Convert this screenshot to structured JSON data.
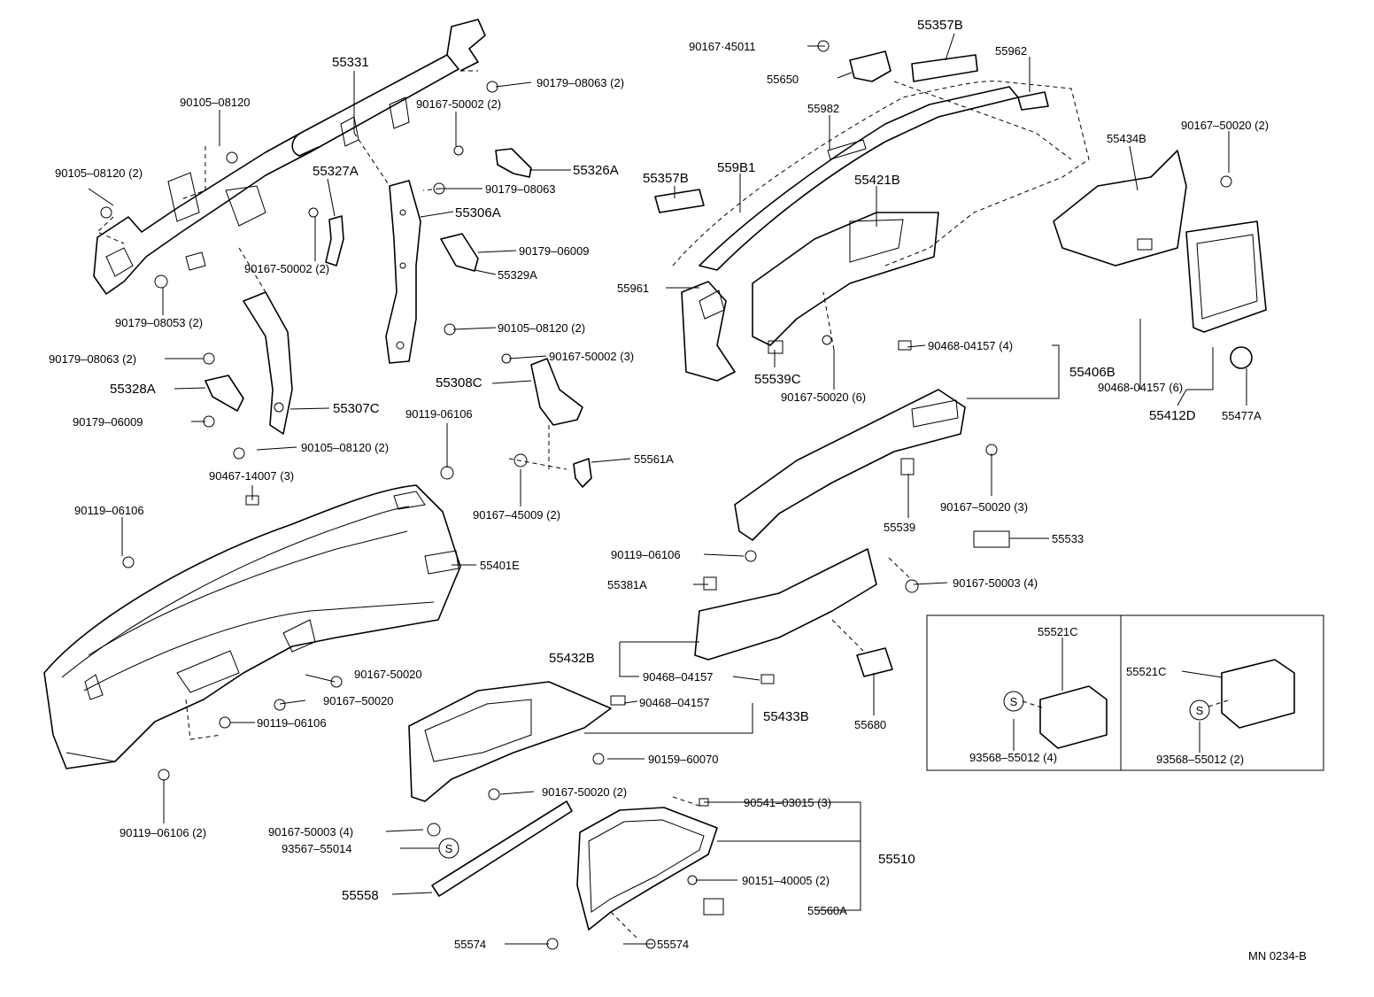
{
  "diagram_code": "MN  0234-B",
  "labels": {
    "p55331": "55331",
    "p90179_08063_2a": "90179–08063 (2)",
    "p90105_08120": "90105–08120",
    "p90167_50002_2a": "90167-50002 (2)",
    "p55326A": "55326A",
    "p90105_08120_2a": "90105–08120 (2)",
    "p55327A": "55327A",
    "p90179_08063": "90179–08063",
    "p55306A": "55306A",
    "p90179_06009a": "90179–06009",
    "p90167_50002_2b": "90167-50002 (2)",
    "p55329A": "55329A",
    "p90179_08053_2": "90179–08053 (2)",
    "p90105_08120_2b": "90105–08120 (2)",
    "p90179_08063_2b": "90179–08063 (2)",
    "p90167_50002_3": "90167-50002 (3)",
    "p55328A": "55328A",
    "p55308C": "55308C",
    "p55307C": "55307C",
    "p90179_06009b": "90179–06009",
    "p90119_06106a": "90119-06106",
    "p90105_08120_2c": "90105–08120 (2)",
    "p55561A": "55561A",
    "p90467_14007_3": "90467-14007 (3)",
    "p90119_06106b": "90119–06106",
    "p90167_45009_2": "90167–45009 (2)",
    "p55401E": "55401E",
    "p90167_45011": "90167·45011",
    "p55357Ba": "55357B",
    "p55962": "55962",
    "p55650": "55650",
    "p55982": "55982",
    "p55434B": "55434B",
    "p90167_50020_2a": "90167–50020 (2)",
    "p55357Bb": "55357B",
    "p55981": "559B1",
    "p55421B": "55421B",
    "p55961": "55961",
    "p90468_04157_4": "90468-04157 (4)",
    "p55406B": "55406B",
    "p55539C": "55539C",
    "p90167_50020_6": "90167-50020 (6)",
    "p90468_04157_6": "90468-04157 (6)",
    "p55412D": "55412D",
    "p55477A": "55477A",
    "p55539": "55539",
    "p90167_50020_3": "90167–50020 (3)",
    "p55533": "55533",
    "p90119_06106c": "90119–06106",
    "p55381A": "55381A",
    "p90167_50003_4a": "90167-50003 (4)",
    "p55432B": "55432B",
    "p90468_04157a": "90468–04157",
    "p90468_04157b": "90468–04157",
    "p55433B": "55433B",
    "p55680": "55680",
    "p90159_60070": "90159–60070",
    "p90167_50020a": "90167-50020",
    "p90167_50020b": "90167–50020",
    "p90119_06106d": "90119–06106",
    "p90119_06106_2": "90119–06106 (2)",
    "p90167_50020_2b": "90167-50020 (2)",
    "p90541_03015_3": "90541–03015 (3)",
    "p90167_50003_4b": "90167-50003 (4)",
    "p93567_55014": "93567–55014",
    "p55510": "55510",
    "p55558": "55558",
    "p90151_40005_2": "90151–40005 (2)",
    "p55560A": "55560A",
    "p55574a": "55574",
    "p55574b": "55574",
    "p55521Ca": "55521C",
    "p93568_55012_4": "93568–55012 (4)",
    "p55521Cb": "55521C",
    "p93568_55012_2": "93568–55012 (2)",
    "s_mark_a": "S",
    "s_mark_b": "S",
    "s_mark_c": "S"
  }
}
